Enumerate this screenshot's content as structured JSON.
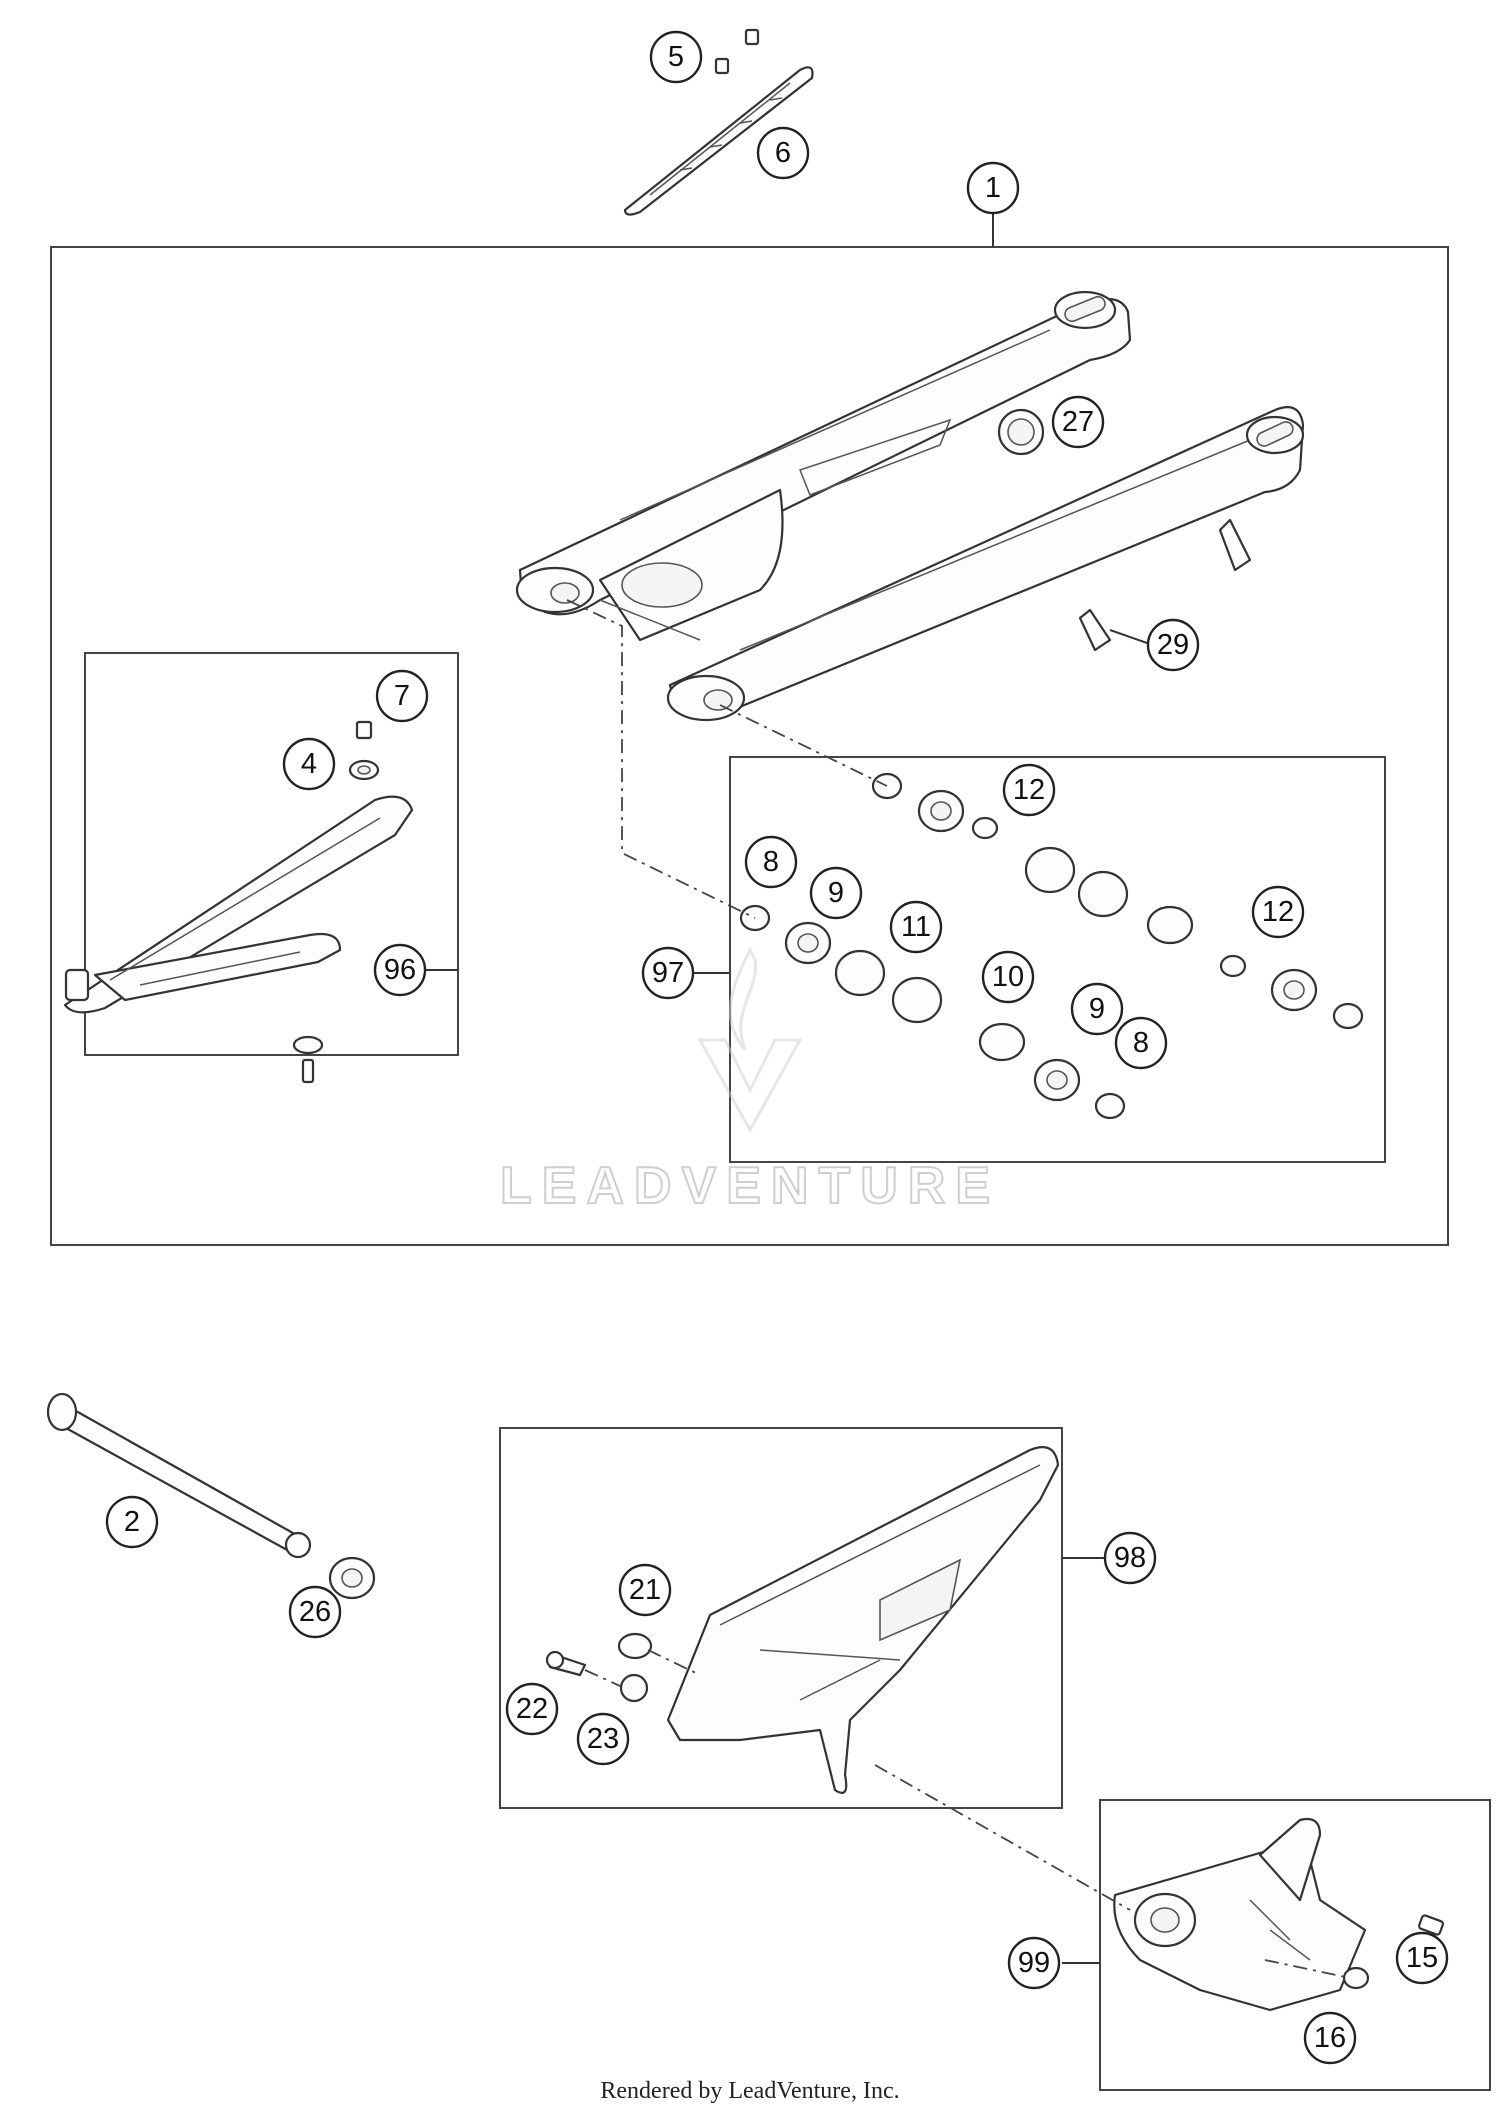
{
  "callouts": [
    {
      "id": "c1",
      "label": "1"
    },
    {
      "id": "c5",
      "label": "5"
    },
    {
      "id": "c6",
      "label": "6"
    },
    {
      "id": "c27",
      "label": "27"
    },
    {
      "id": "c29",
      "label": "29"
    },
    {
      "id": "c7",
      "label": "7"
    },
    {
      "id": "c4",
      "label": "4"
    },
    {
      "id": "c96",
      "label": "96"
    },
    {
      "id": "c12a",
      "label": "12"
    },
    {
      "id": "c8a",
      "label": "8"
    },
    {
      "id": "c9a",
      "label": "9"
    },
    {
      "id": "c11",
      "label": "11"
    },
    {
      "id": "c12b",
      "label": "12"
    },
    {
      "id": "c97",
      "label": "97"
    },
    {
      "id": "c10",
      "label": "10"
    },
    {
      "id": "c9b",
      "label": "9"
    },
    {
      "id": "c8b",
      "label": "8"
    },
    {
      "id": "c2",
      "label": "2"
    },
    {
      "id": "c26",
      "label": "26"
    },
    {
      "id": "c98",
      "label": "98"
    },
    {
      "id": "c21",
      "label": "21"
    },
    {
      "id": "c22",
      "label": "22"
    },
    {
      "id": "c23",
      "label": "23"
    },
    {
      "id": "c99",
      "label": "99"
    },
    {
      "id": "c15",
      "label": "15"
    },
    {
      "id": "c16",
      "label": "16"
    }
  ],
  "watermark": "LEADVENTURE",
  "footer": "Rendered by LeadVenture, Inc."
}
